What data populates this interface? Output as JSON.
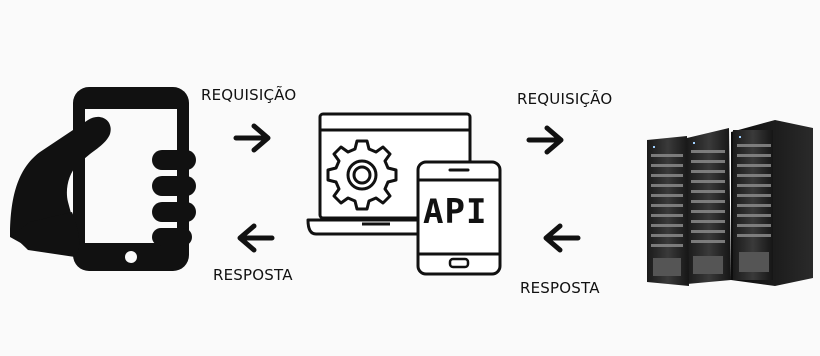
{
  "left_labels": {
    "request": "REQUISIÇÃO",
    "response": "RESPOSTA"
  },
  "right_labels": {
    "request": "REQUISIÇÃO",
    "response": "RESPOSTA"
  },
  "api_label": "API",
  "icons": {
    "client": "phone-in-hand-icon",
    "api": "laptop-tablet-gear-api-icon",
    "server": "server-rack-icon"
  },
  "colors": {
    "ink": "#111111",
    "background": "#fafafa"
  }
}
